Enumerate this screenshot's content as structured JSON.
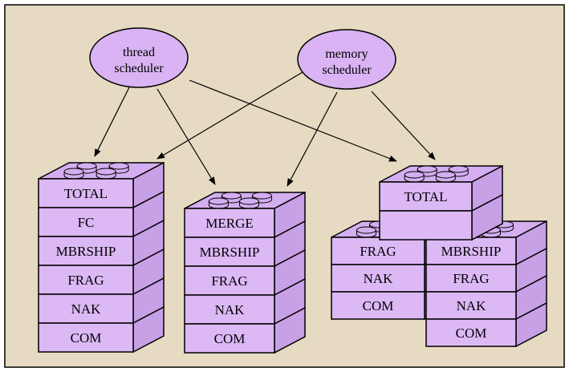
{
  "colors": {
    "background": "#e6dbc2",
    "frame_border": "#000000",
    "block_front": "#dcb8f5",
    "block_side": "#c7a0e6",
    "block_top": "#d4aef0",
    "ellipse_fill": "#d9b3f3",
    "stroke": "#000000"
  },
  "schedulers": [
    {
      "id": "thread",
      "lines": [
        "thread",
        "scheduler"
      ]
    },
    {
      "id": "memory",
      "lines": [
        "memory",
        "scheduler"
      ]
    }
  ],
  "stacks": [
    {
      "id": "stack-1",
      "layers": [
        "TOTAL",
        "FC",
        "MBRSHIP",
        "FRAG",
        "NAK",
        "COM"
      ]
    },
    {
      "id": "stack-2",
      "layers": [
        "MERGE",
        "MBRSHIP",
        "FRAG",
        "NAK",
        "COM"
      ]
    },
    {
      "id": "stack-3-top",
      "layers": [
        "TOTAL",
        ""
      ]
    },
    {
      "id": "stack-3-left",
      "layers": [
        "FRAG",
        "NAK",
        "COM"
      ]
    },
    {
      "id": "stack-3-right",
      "layers": [
        "MBRSHIP",
        "FRAG",
        "NAK",
        "COM"
      ]
    }
  ],
  "edges": [
    {
      "from": "thread",
      "to": "stack-1"
    },
    {
      "from": "thread",
      "to": "stack-2"
    },
    {
      "from": "thread",
      "to": "stack-3-top"
    },
    {
      "from": "memory",
      "to": "stack-1"
    },
    {
      "from": "memory",
      "to": "stack-2"
    },
    {
      "from": "memory",
      "to": "stack-3-top"
    }
  ]
}
